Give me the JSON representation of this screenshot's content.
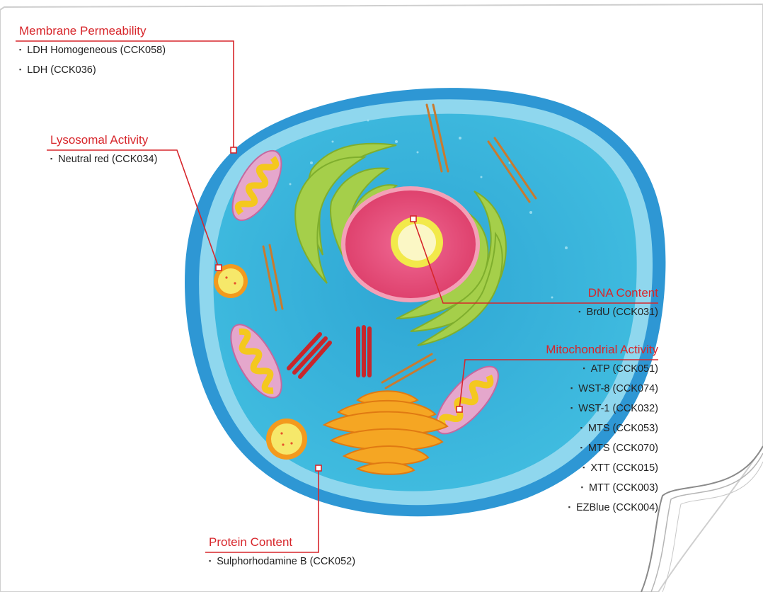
{
  "annotations": {
    "membrane": {
      "title": "Membrane Permeability",
      "items": [
        "LDH Homogeneous (CCK058)",
        "LDH (CCK036)"
      ]
    },
    "lysosomal": {
      "title": "Lysosomal Activity",
      "items": [
        "Neutral red (CCK034)"
      ]
    },
    "dna": {
      "title": "DNA Content",
      "items": [
        "BrdU (CCK031)"
      ]
    },
    "mito": {
      "title": "Mitochondrial Activity",
      "items": [
        "ATP (CCK051)",
        "WST-8 (CCK074)",
        "WST-1 (CCK032)",
        "MTS (CCK053)",
        "MTS (CCK070)",
        "XTT (CCK015)",
        "MTT (CCK003)",
        "EZBlue (CCK004)"
      ]
    },
    "protein": {
      "title": "Protein Content",
      "items": [
        "Sulphorhodamine B (CCK052)"
      ]
    }
  },
  "colors": {
    "accent": "#d7262b",
    "cell_outer": "#3aa6dc",
    "cell_inner": "#6fcdea",
    "cytoplasm": "#3fb6d9",
    "nucleus": "#e95a83",
    "er": "#9bc73f",
    "golgi": "#f39a1e",
    "mito": "#e89fc4"
  }
}
